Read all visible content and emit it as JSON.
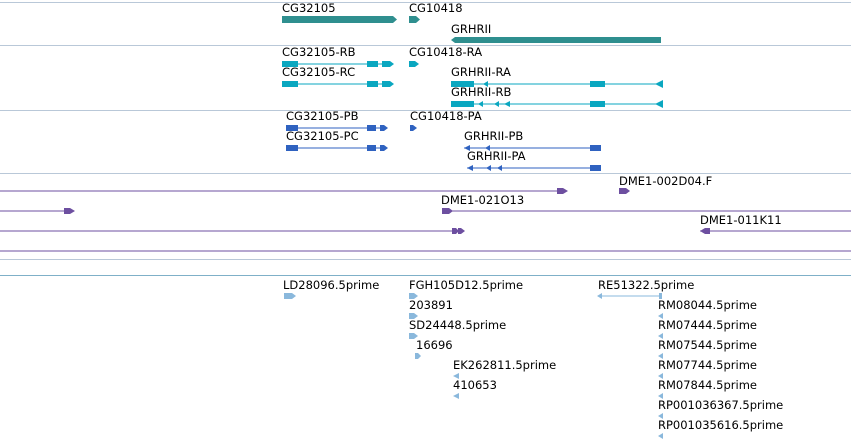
{
  "colors": {
    "gene": "#2f8f8f",
    "transcript": "#0aa7c0",
    "protein": "#2f62c0",
    "clone": "#6d4fa0",
    "est": "#8ab8dc",
    "separator": "#b9c8d8"
  },
  "tracks": {
    "genes": {
      "labels": [
        "CG32105",
        "CG10418",
        "GRHRII"
      ]
    },
    "transcripts": {
      "labels": [
        "CG32105-RB",
        "CG32105-RC",
        "CG10418-RA",
        "GRHRII-RA",
        "GRHRII-RB"
      ]
    },
    "proteins": {
      "labels": [
        "CG32105-PB",
        "CG32105-PC",
        "CG10418-PA",
        "GRHRII-PB",
        "GRHRII-PA"
      ]
    },
    "clones": {
      "labels": [
        "DME1-002D04.F",
        "DME1-021O13",
        "DME1-011K11"
      ]
    },
    "ests": {
      "labels": [
        "LD28096.5prime",
        "FGH105D12.5prime",
        "203891",
        "SD24448.5prime",
        "16696",
        "EK262811.5prime",
        "410653",
        "RE51322.5prime",
        "RM08044.5prime",
        "RM07444.5prime",
        "RM07544.5prime",
        "RM07744.5prime",
        "RM07844.5prime",
        "RP001036367.5prime",
        "RP001035616.5prime"
      ]
    }
  }
}
